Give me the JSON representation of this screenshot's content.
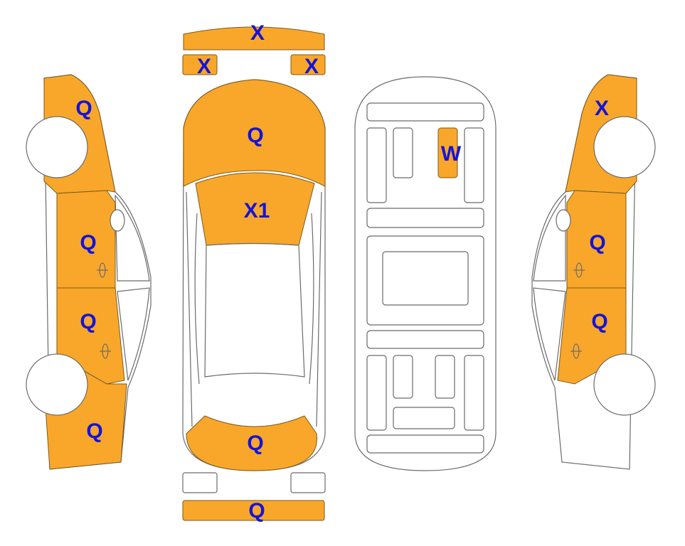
{
  "colors": {
    "damaged_panel": "#F9A72A",
    "outline": "#6b6b6b",
    "code_text": "#1414d8",
    "background": "#ffffff"
  },
  "panels": {
    "front_bumper": "X",
    "front_left_small": "X",
    "front_right_small": "X",
    "hood": "Q",
    "windshield": "X1",
    "trunk": "Q",
    "rear_bumper": "Q",
    "floor_item": "W",
    "left_front": "Q",
    "left_front_door": "Q",
    "left_rear_door": "Q",
    "left_rear": "Q",
    "right_front": "X",
    "right_front_door": "Q",
    "right_rear_door": "Q"
  }
}
